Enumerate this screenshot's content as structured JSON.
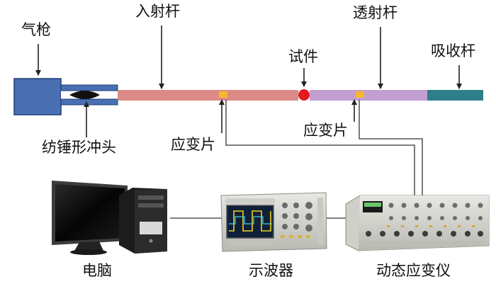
{
  "labels": {
    "gas_gun": "气枪",
    "incident_bar": "入射杆",
    "transmission_bar": "透射杆",
    "specimen": "试件",
    "absorption_bar": "吸收杆",
    "striker": "纺锤形冲头",
    "strain_gauge_1": "应变片",
    "strain_gauge_2": "应变片",
    "computer": "电脑",
    "oscilloscope": "示波器",
    "strain_amplifier": "动态应变仪"
  },
  "colors": {
    "gas_gun": "#4a6fb3",
    "incident_bar": "#dc8a85",
    "transmission_bar": "#c29fd0",
    "absorption_bar": "#2e7f8a",
    "specimen": "#e21b22",
    "strain_gauge": "#f7b731",
    "line": "#333333",
    "arrow": "#222222"
  }
}
